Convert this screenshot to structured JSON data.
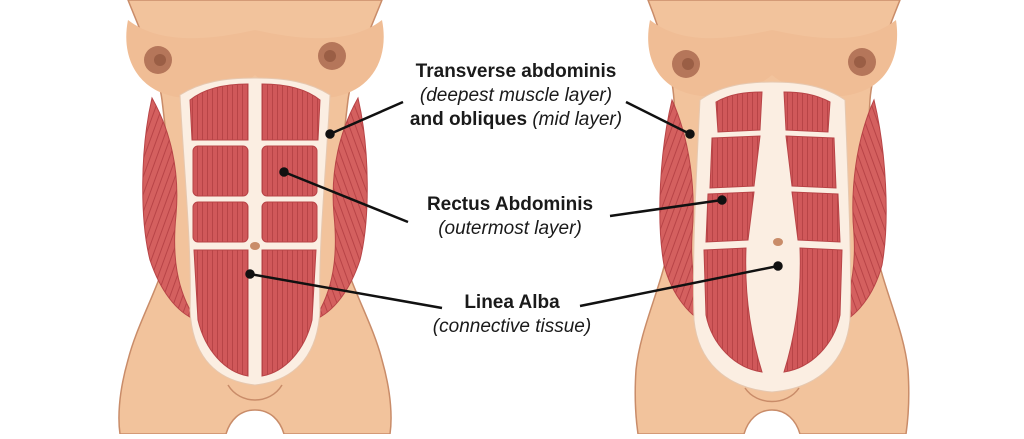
{
  "colors": {
    "skin": "#f2c39c",
    "skin_shadow": "#dfa883",
    "skin_line": "#c98c69",
    "nipple": "#b5765a",
    "nipple_inner": "#9a5e45",
    "sheath": "#fbeee2",
    "muscle": "#d0585a",
    "muscle_fiber": "#b84447",
    "oblique": "#d4605f",
    "line": "#111111"
  },
  "labels": {
    "transverse": {
      "line1_bold": "Transverse abdominis",
      "line2_italic": "(deepest muscle layer)",
      "line3_bold": "and obliques",
      "line3_italic": "(mid layer)"
    },
    "rectus": {
      "bold": "Rectus Abdominis",
      "italic": "(outermost layer)"
    },
    "linea": {
      "bold": "Linea Alba",
      "italic": "(connective tissue)"
    }
  }
}
